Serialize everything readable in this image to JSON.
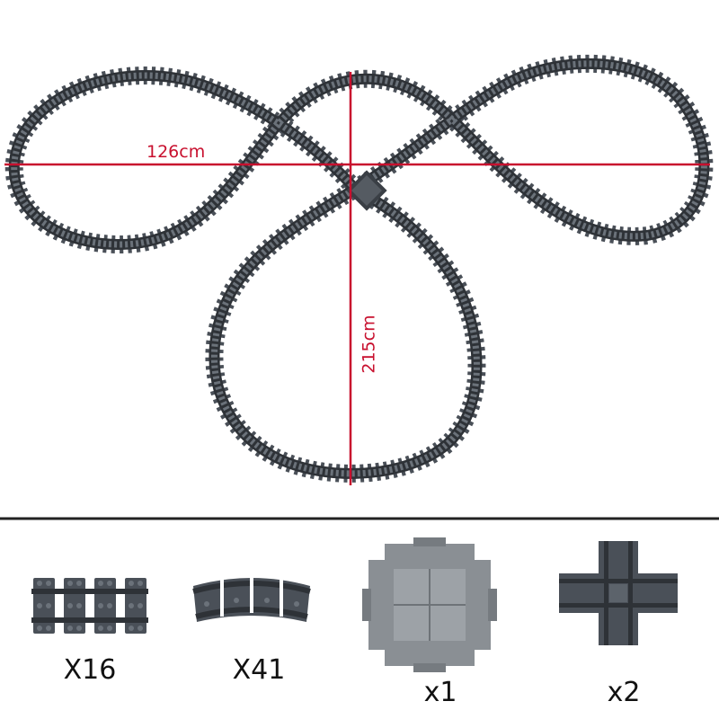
{
  "layout": {
    "width_label": "126cm",
    "height_label": "215cm"
  },
  "parts": [
    {
      "name": "straight-track",
      "quantity": "X16"
    },
    {
      "name": "curved-track",
      "quantity": "X41"
    },
    {
      "name": "crossing-track-large",
      "quantity": "x1"
    },
    {
      "name": "crossing-track-small",
      "quantity": "x2"
    }
  ],
  "colors": {
    "track": "#4a5058",
    "track_dark": "#3a3f45",
    "rail": "#2e3237",
    "crossing_light": "#8a8f94",
    "measure": "#c8102e",
    "divider": "#222222"
  }
}
